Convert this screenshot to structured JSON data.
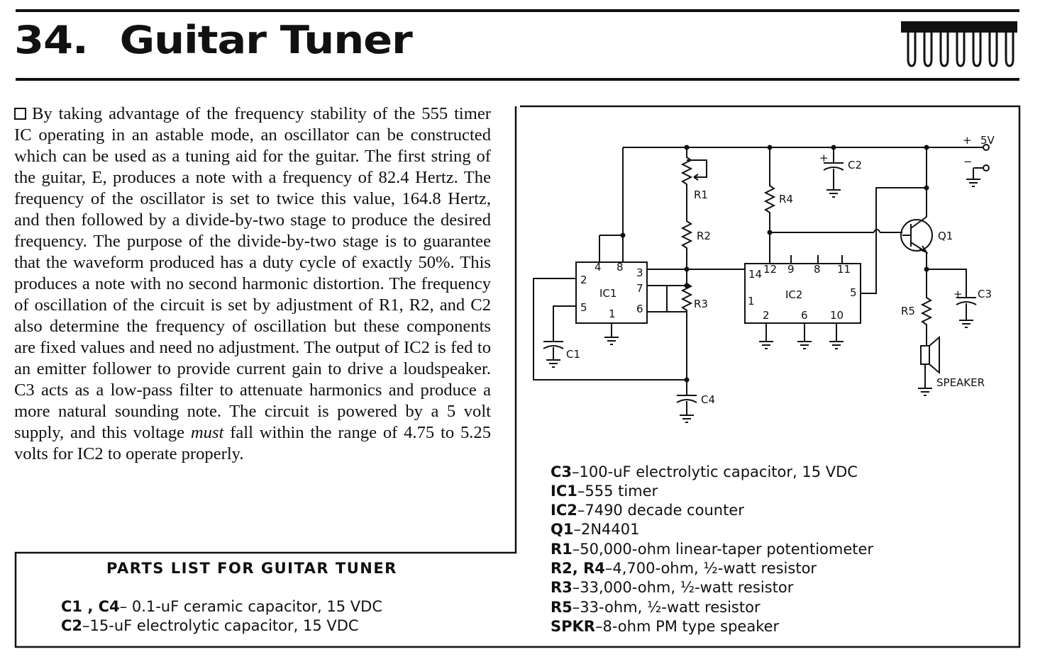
{
  "header": {
    "number": "34.",
    "title": "Guitar Tuner",
    "chip_icon": "ic-chip-icon"
  },
  "article": {
    "checkbox_icon": "hollow-square-icon",
    "text": "By taking advantage of the frequency stability of the 555 timer IC operating in an astable mode, an oscillator can be constructed which can be used as a tuning aid for the guitar. The first string of the guitar, E, produces a note with a frequency of 82.4 Hertz. The frequency of the oscillator is set to twice this value, 164.8 Hertz, and then followed by a divide-by-two stage to produce the desired frequency. The purpose of the divide-by-two stage is to guarantee that the waveform produced has a duty cycle of exactly 50%. This produces a note with no second harmonic distortion. The frequency of oscillation of the circuit is set by adjustment of R1, R2, and C2 also determine the frequency of oscillation but these components are fixed values and need no adjustment. The output of IC2 is fed to an emitter follower to provide current gain to drive a loudspeaker. C3 acts as a low-pass filter to attenuate harmonics and produce a more natural sounding note. The circuit is powered by a 5 volt supply, and this voltage must fall within the range of 4.75 to 5.25 volts for IC2 to operate properly."
  },
  "schematic": {
    "ic1": "IC1",
    "ic2": "IC2",
    "q1": "Q1",
    "r1": "R1",
    "r2": "R2",
    "r3": "R3",
    "r4": "R4",
    "r5": "R5",
    "c1": "C1",
    "c2": "C2",
    "c3": "C3",
    "c4": "C4",
    "speaker": "SPEAKER",
    "supply": "5V",
    "plus": "+",
    "minus": "−",
    "ic1_pins": [
      "4",
      "8",
      "2",
      "5",
      "1",
      "3",
      "7",
      "6"
    ],
    "ic2_pins": [
      "14",
      "12",
      "9",
      "8",
      "11",
      "1",
      "2",
      "6",
      "10",
      "5"
    ]
  },
  "parts_list": {
    "title": "PARTS LIST FOR GUITAR TUNER",
    "items": [
      {
        "ref": "C1 , C4",
        "desc": "– 0.1-uF ceramic capacitor, 15 VDC"
      },
      {
        "ref": "C2",
        "desc": "–15-uF electrolytic capacitor, 15 VDC"
      },
      {
        "ref": "C3",
        "desc": "–100-uF electrolytic capacitor, 15 VDC"
      },
      {
        "ref": "IC1",
        "desc": "–555 timer"
      },
      {
        "ref": "IC2",
        "desc": "–7490 decade counter"
      },
      {
        "ref": "Q1",
        "desc": "–2N4401"
      },
      {
        "ref": "R1",
        "desc": "–50,000-ohm linear-taper potentiometer"
      },
      {
        "ref": "R2, R4",
        "desc": "–4,700-ohm, ½-watt resistor"
      },
      {
        "ref": "R3",
        "desc": "–33,000-ohm, ½-watt resistor"
      },
      {
        "ref": "R5",
        "desc": "–33-ohm, ½-watt resistor"
      },
      {
        "ref": "SPKR",
        "desc": "–8-ohm PM type speaker"
      }
    ]
  }
}
